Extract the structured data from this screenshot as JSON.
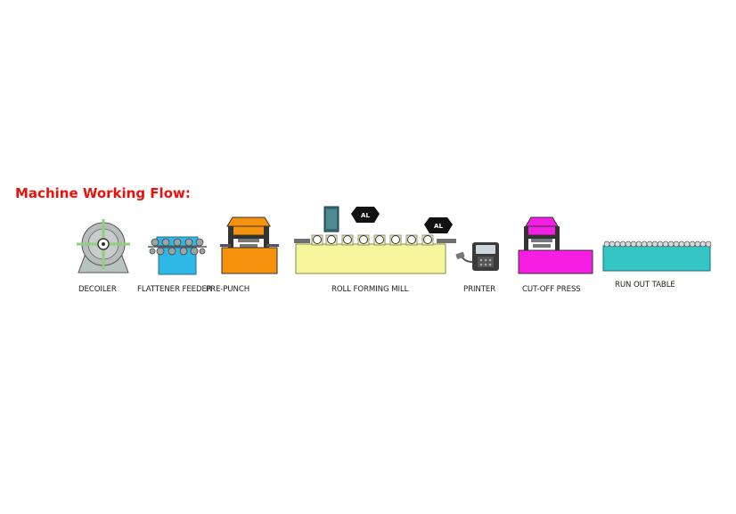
{
  "title": "Machine Working Flow:",
  "stations": {
    "decoiler": {
      "label": "DECOILER",
      "color": "#a9d48f"
    },
    "flattener": {
      "label": "FLATTENER FEEDER",
      "color": "#2fb7e6"
    },
    "prepunch": {
      "label": "PRE-PUNCH",
      "color": "#f7920f"
    },
    "rollmill": {
      "label": "ROLL FORMING MILL",
      "color": "#f7f59c"
    },
    "printer": {
      "label": "PRINTER",
      "color": "#3a3a3a"
    },
    "cutoff": {
      "label": "CUT-OFF PRESS",
      "color": "#f61ee3"
    },
    "runout": {
      "label": "RUN OUT TABLE",
      "color": "#33c6c4"
    }
  }
}
